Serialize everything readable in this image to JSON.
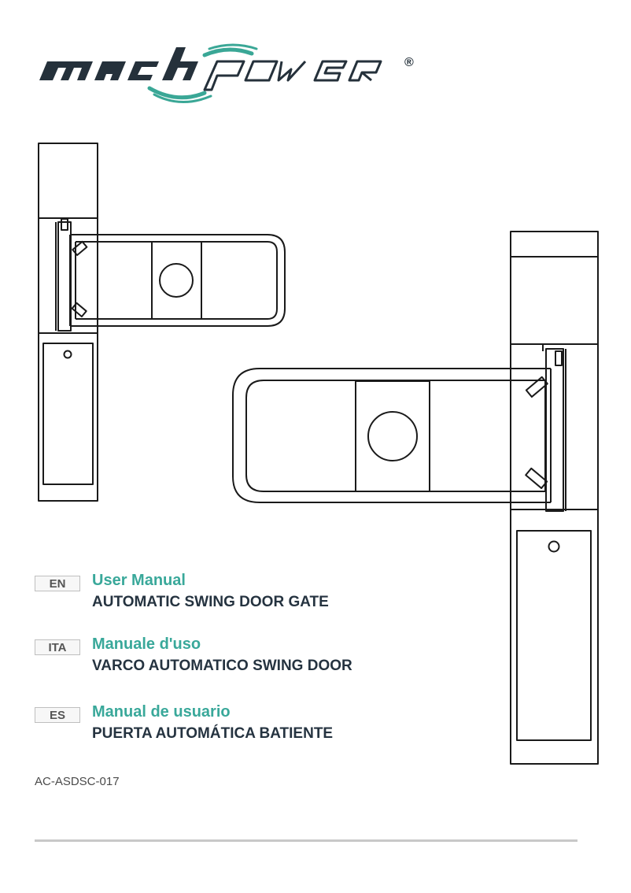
{
  "brand": {
    "logo_text": "machpower",
    "registered_mark": "®"
  },
  "languages": [
    {
      "code": "EN",
      "title": "User Manual",
      "subtitle": "AUTOMATIC SWING DOOR GATE"
    },
    {
      "code": "ITA",
      "title": "Manuale d'uso",
      "subtitle": "VARCO AUTOMATICO SWING DOOR"
    },
    {
      "code": "ES",
      "title": "Manual de usuario",
      "subtitle": "PUERTA AUTOMÁTICA BATIENTE"
    }
  ],
  "product_code": "AC-ASDSC-017",
  "colors": {
    "accent": "#39a89a",
    "text_dark": "#253340",
    "line": "#1a1a1a",
    "rule": "#c8c8c8"
  },
  "icons": [
    "swing-gate-left-drawing",
    "swing-gate-right-drawing"
  ]
}
